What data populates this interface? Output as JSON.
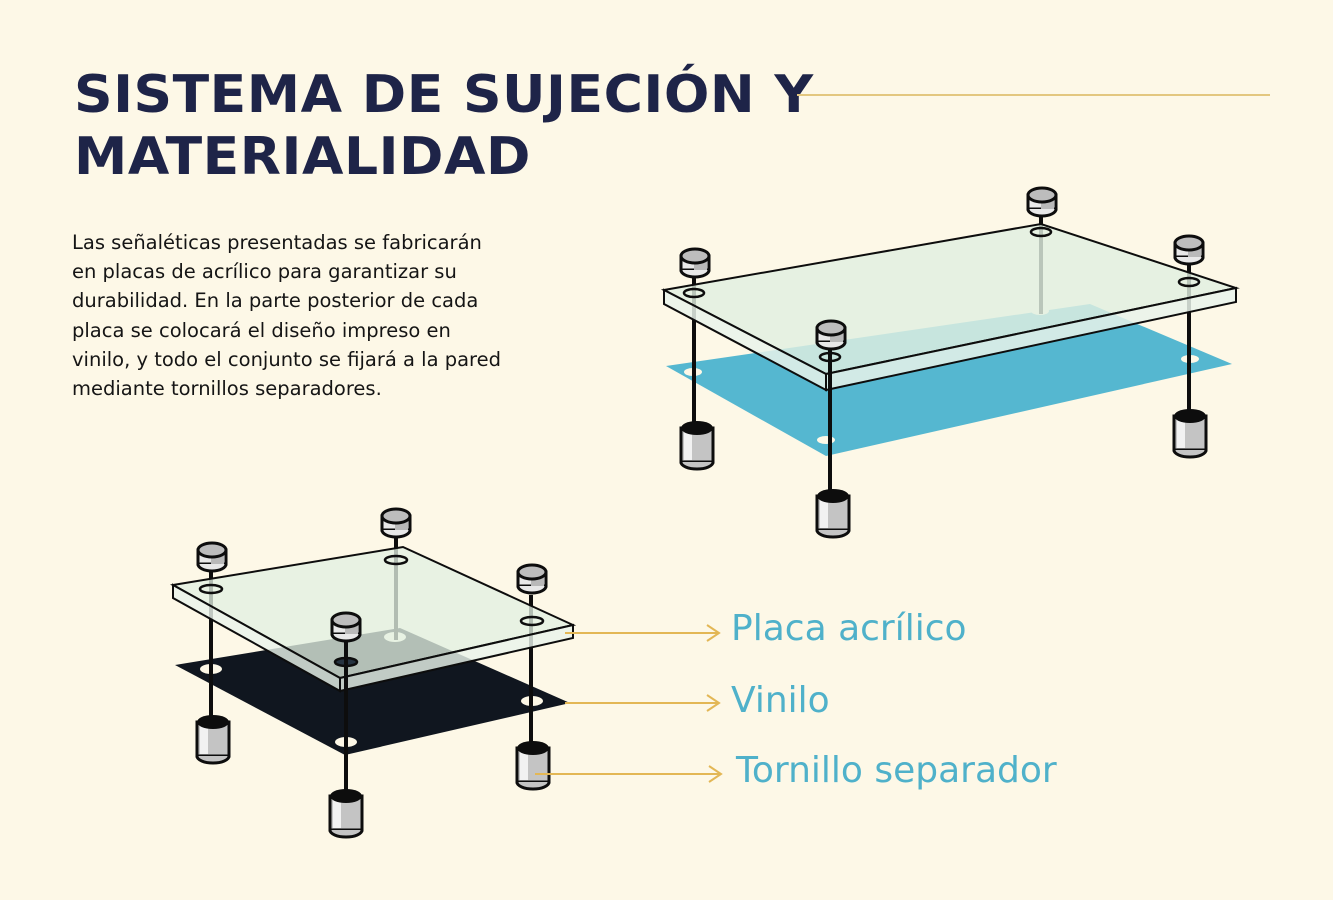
{
  "header": {
    "title_lines": [
      "SISTEMA DE SUJECIÓN Y",
      "MATERIALIDAD"
    ]
  },
  "description": {
    "lines": [
      "Las señaléticas presentadas se fabricarán",
      "en placas de acrílico para garantizar su",
      "durabilidad. En la parte posterior de cada",
      "placa se colocará el diseño impreso en",
      "vinilo, y todo el conjunto se fijará a la pared",
      "mediante tornillos separadores."
    ]
  },
  "diagram_labels": {
    "acrylic": "Placa acrílico",
    "vinyl": "Vinilo",
    "standoff": "Tornillo separador"
  },
  "colors": {
    "background": "#fdf8e7",
    "title": "#1e2448",
    "accent_rule": "#e3c77f",
    "label": "#4fb1ca",
    "vinyl_blue": "#55b7d0",
    "vinyl_dark": "#10161f",
    "acrylic": "#e1efe1"
  }
}
